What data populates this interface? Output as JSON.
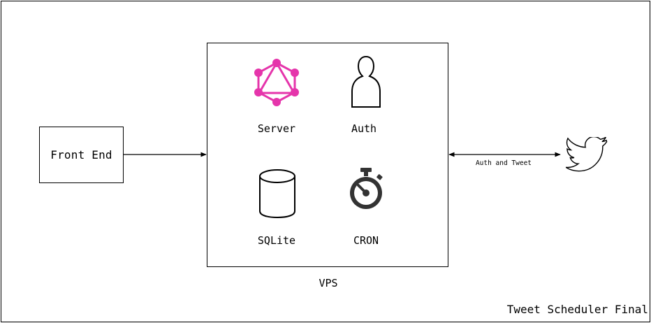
{
  "diagram": {
    "title": "Tweet Scheduler Final",
    "frontend_label": "Front End",
    "vps_label": "VPS",
    "components": {
      "server": "Server",
      "auth": "Auth",
      "sqlite": "SQLite",
      "cron": "CRON"
    },
    "edge_label": "Auth and Tweet",
    "icons": {
      "server": "graphql-icon",
      "auth": "user-icon",
      "sqlite": "database-icon",
      "cron": "stopwatch-icon",
      "external": "twitter-bird-icon"
    },
    "colors": {
      "graphql": "#E535AB",
      "stopwatch": "#333333",
      "twitter": "#000000"
    }
  }
}
